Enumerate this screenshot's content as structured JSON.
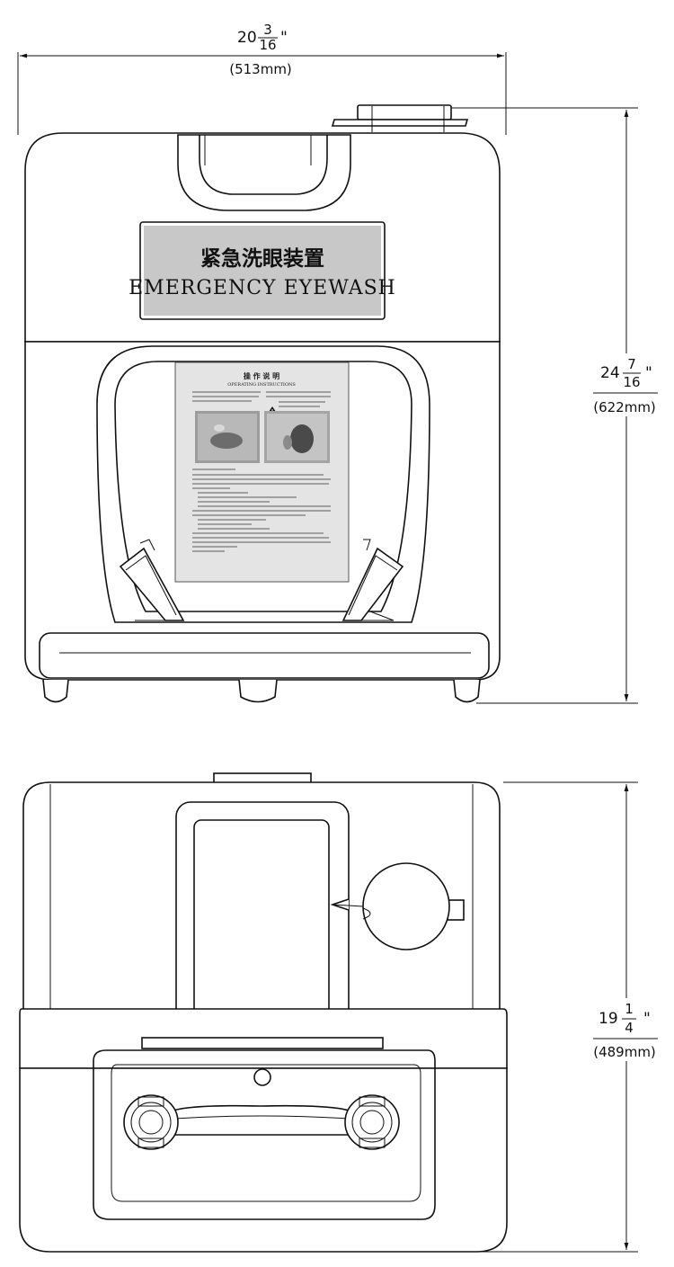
{
  "front_view": {
    "sign": {
      "chinese": "紧急洗眼装置",
      "english": "EMERGENCY EYEWASH"
    },
    "instruction_card": {
      "title_cn": "操 作 说 明",
      "title_en": "OPERATING INSTRUCTIONS"
    },
    "width_dimension": {
      "whole": "20",
      "numerator": "3",
      "denominator": "16",
      "unit": "\"",
      "metric": "(513mm)"
    },
    "height_dimension": {
      "whole": "24",
      "numerator": "7",
      "denominator": "16",
      "unit": "\"",
      "metric": "(622mm)"
    }
  },
  "top_view": {
    "depth_dimension": {
      "whole": "19",
      "numerator": "1",
      "denominator": "4",
      "unit": "\"",
      "metric": "(489mm)"
    }
  },
  "colors": {
    "line": "#111111",
    "sign_panel": "#c8c8c8",
    "card": "#e4e4e4"
  }
}
